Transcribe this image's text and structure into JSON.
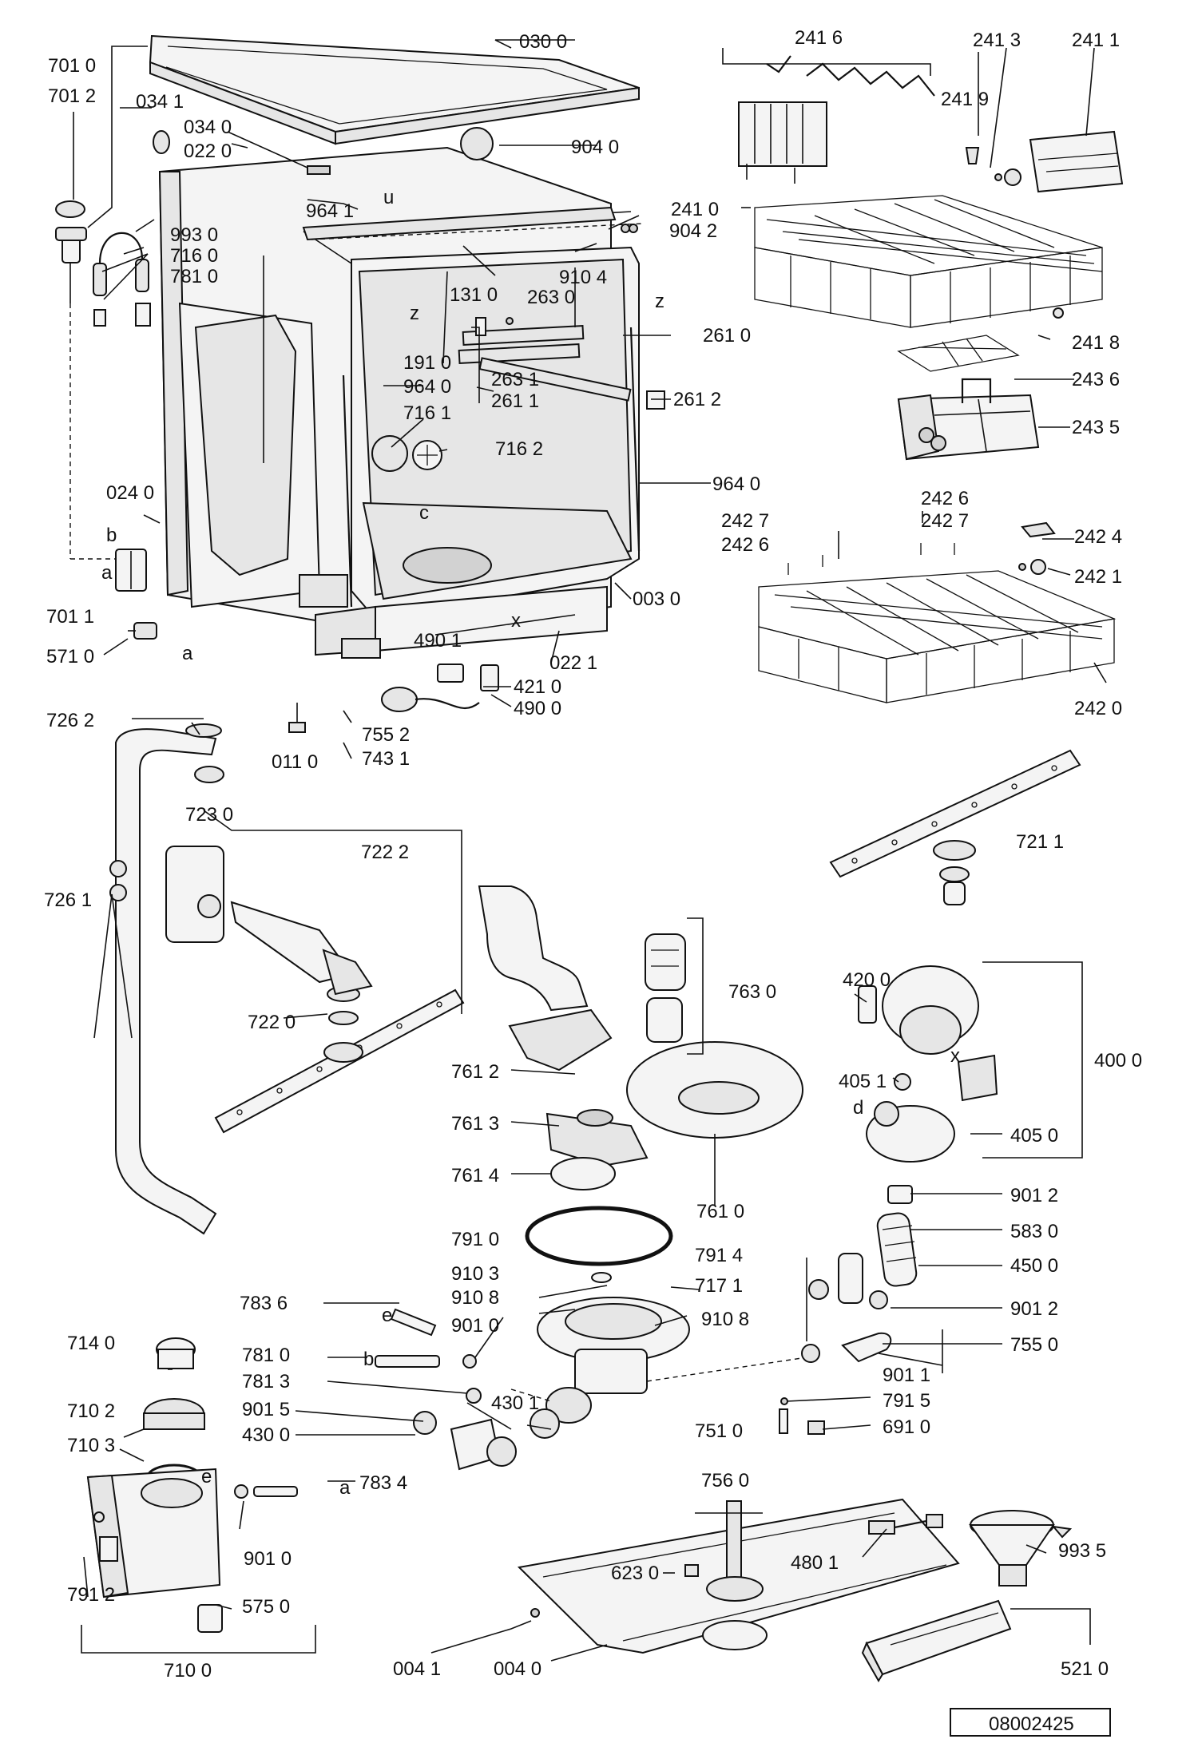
{
  "drawing_number": "08002425",
  "labels": {
    "p0300": "030 0",
    "p7010": "701 0",
    "p7012": "701 2",
    "p0341": "034 1",
    "p0340": "034 0",
    "p0220": "022 0",
    "p9040": "904 0",
    "p9641": "964 1",
    "p9930": "993 0",
    "p9042": "904 2",
    "p7160": "716 0",
    "p9104": "910 4",
    "p7810a": "781 0",
    "p1310": "131 0",
    "p2630": "263 0",
    "p2610": "261 0",
    "p1910": "191 0",
    "p2631": "263 1",
    "p9640a": "964 0",
    "p2611": "261 1",
    "p2612": "261 2",
    "p7161": "716 1",
    "p7162": "716 2",
    "p0240": "024 0",
    "p9640b": "964 0",
    "p7011": "701 1",
    "p0030": "003 0",
    "p5710": "571 0",
    "p4901": "490 1",
    "p0221": "022 1",
    "p4210": "421 0",
    "p4900": "490 0",
    "p7262": "726 2",
    "p7552": "755 2",
    "p0110": "011 0",
    "p7431": "743 1",
    "p2416": "241 6",
    "p2413": "241 3",
    "p2411": "241 1",
    "p2419": "241 9",
    "p2410": "241 0",
    "p2418": "241 8",
    "p2436": "243 6",
    "p2435": "243 5",
    "p2426a": "242 6",
    "p2427a": "242 7",
    "p2427b": "242 7",
    "p2426b": "242 6",
    "p2424": "242 4",
    "p2421": "242 1",
    "p2420": "242 0",
    "p7230": "723 0",
    "p7222": "722 2",
    "p7261": "726 1",
    "p7220": "722 0",
    "p7211": "721 1",
    "p7630": "763 0",
    "p7612": "761 2",
    "p7613": "761 3",
    "p7614": "761 4",
    "p7610": "761 0",
    "p4200": "420 0",
    "p4000": "400 0",
    "p4051": "405 1",
    "p4050": "405 0",
    "p7910": "791 0",
    "p9012a": "901 2",
    "p5830": "583 0",
    "p7914": "791 4",
    "p4500": "450 0",
    "p9103": "910 3",
    "p7171": "717 1",
    "p9108a": "910 8",
    "p9108b": "910 8",
    "p9012b": "901 2",
    "p7836": "783 6",
    "p9010a": "901 0",
    "p7550": "755 0",
    "p7140": "714 0",
    "p7810b": "781 0",
    "p9011": "901 1",
    "p7813": "781 3",
    "p7915": "791 5",
    "p7102": "710 2",
    "p9015": "901 5",
    "p4301": "430 1",
    "p7510": "751 0",
    "p4300": "430 0",
    "p6910": "691 0",
    "p7103": "710 3",
    "p7834": "783 4",
    "p7560": "756 0",
    "p9935": "993 5",
    "p9010b": "901 0",
    "p6230": "623 0",
    "p4801": "480 1",
    "p7912": "791 2",
    "p5750": "575 0",
    "p0041": "004 1",
    "p0040": "004 0",
    "p5210": "521 0",
    "p7100": "710 0"
  },
  "letters": {
    "z1": "z",
    "z2": "z",
    "c1": "c",
    "x1": "x",
    "b1": "b",
    "a1": "a",
    "a2": "a",
    "ufl": "u",
    "x2": "x",
    "d1": "d",
    "e1": "e",
    "b2": "b",
    "e2": "e",
    "a3": "a"
  }
}
